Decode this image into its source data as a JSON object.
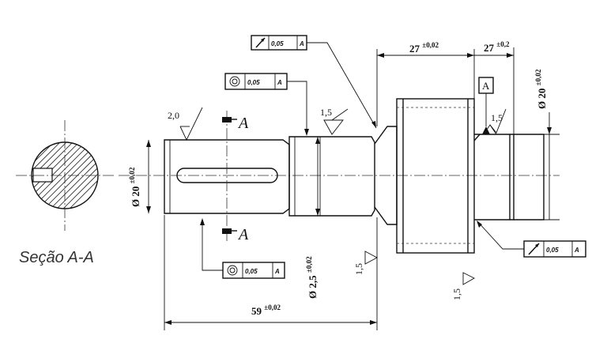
{
  "section": {
    "label": "Seção A-A",
    "cut_marker": "A"
  },
  "dimensions": {
    "dia_left": {
      "value": "Ø 20",
      "tol": "±0,02"
    },
    "dia_mid": {
      "value": "Ø 2,5",
      "tol": "±0,02"
    },
    "dia_right": {
      "value": "Ø 20",
      "tol": "±0,02"
    },
    "len_total": {
      "value": "59",
      "tol": "±0,02"
    },
    "len_gear": {
      "value": "27",
      "tol": "±0,02"
    },
    "len_right": {
      "value": "27",
      "tol": "±0,2"
    }
  },
  "roughness": {
    "r1": "2,0",
    "r2": "1,5",
    "r3": "1,5",
    "r4": "1,5",
    "r5": "1,5"
  },
  "tolerance_frames": {
    "top": {
      "value": "0,05",
      "datum": "A"
    },
    "left_upper": {
      "value": "0,05",
      "datum": "A"
    },
    "left_lower": {
      "value": "0,05",
      "datum": "A"
    },
    "right": {
      "value": "0,05",
      "datum": "A"
    }
  },
  "datum": {
    "label": "A"
  }
}
